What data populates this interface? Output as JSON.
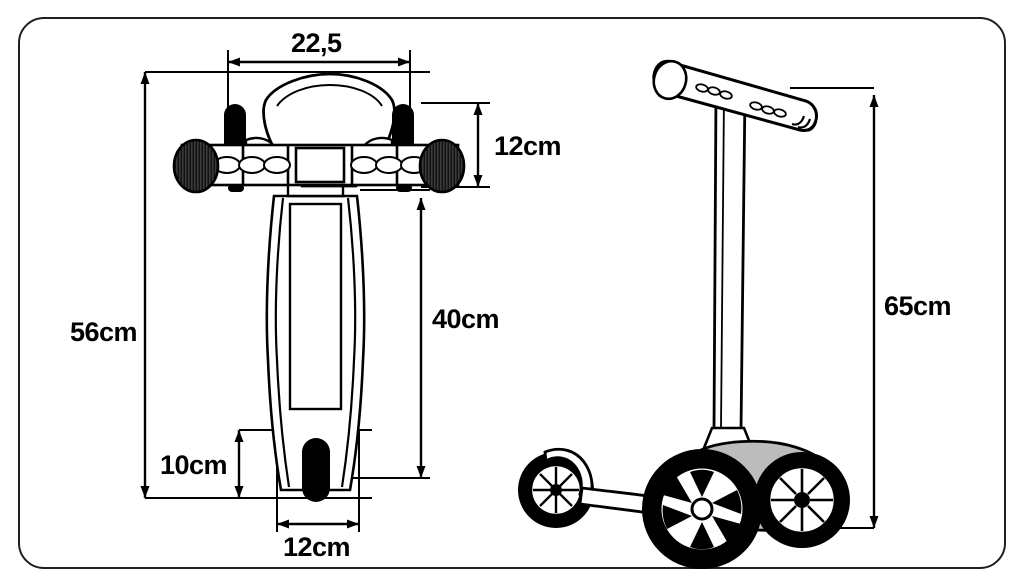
{
  "figure": {
    "kind": "technical-dimension-drawing",
    "subject": "three-wheel kick scooter",
    "views": [
      {
        "name": "top-view",
        "position": "left"
      },
      {
        "name": "side-view",
        "position": "right"
      }
    ],
    "border_color": "#231f20",
    "line_color": "#000000",
    "deck_fill_color": "#bcbcbc",
    "background_color": "#ffffff"
  },
  "dimensions": {
    "handlebar_width": {
      "value": "22,5",
      "view": "top-view",
      "orientation": "horizontal",
      "name": "handlebar-width"
    },
    "handlebar_depth": {
      "value": "12cm",
      "view": "top-view",
      "orientation": "vertical",
      "name": "handlebar-depth"
    },
    "total_length": {
      "value": "56cm",
      "view": "top-view",
      "orientation": "vertical",
      "name": "total-length"
    },
    "deck_length": {
      "value": "40cm",
      "view": "top-view",
      "orientation": "vertical",
      "name": "deck-length"
    },
    "rear_section": {
      "value": "10cm",
      "view": "top-view",
      "orientation": "vertical",
      "name": "rear-section-length"
    },
    "deck_width": {
      "value": "12cm",
      "view": "top-view",
      "orientation": "horizontal",
      "name": "deck-width"
    },
    "total_height": {
      "value": "65cm",
      "view": "side-view",
      "orientation": "vertical",
      "name": "total-height"
    }
  },
  "chart_data": {
    "type": "table",
    "title": "Scooter dimensions",
    "categories": [
      "Handlebar width",
      "Handlebar depth",
      "Total length",
      "Deck length",
      "Rear section",
      "Deck width",
      "Total height"
    ],
    "values": [
      "22,5",
      "12cm",
      "56cm",
      "40cm",
      "10cm",
      "12cm",
      "65cm"
    ]
  }
}
